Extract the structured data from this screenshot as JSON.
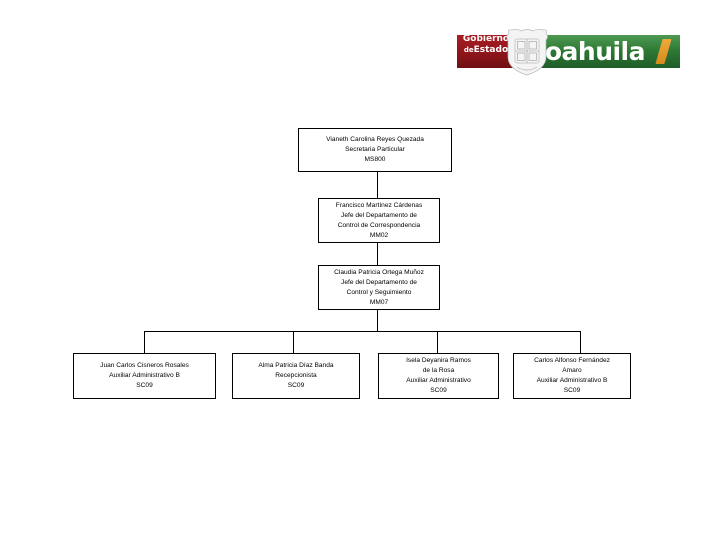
{
  "logo": {
    "name": "coahuila-government-logo",
    "red_line1": "Gobierno",
    "red_line2_prefix": "de",
    "red_line2": "Estado",
    "green_text": "Coahuila",
    "colors": {
      "red": "#8c1519",
      "green": "#2f7a36",
      "accent_orange": "#e09327",
      "text": "#ffffff"
    }
  },
  "chart_data": {
    "type": "diagram",
    "title": "",
    "orientation": "top-down",
    "nodes": [
      {
        "id": "n1",
        "name": "Vianeth Carolina Reyes Quezada",
        "position": "Secretaria Particular",
        "code": "MS800"
      },
      {
        "id": "n2",
        "name": "Francisco Martínez Cárdenas",
        "position_line1": "Jefe del Departamento de",
        "position_line2": "Control de Correspondencia",
        "code": "MM02"
      },
      {
        "id": "n3",
        "name": "Claudia Patricia Ortega Muñoz",
        "position_line1": "Jefe del Departamento de",
        "position_line2": "Control y Seguimiento",
        "code": "MM07"
      },
      {
        "id": "n4",
        "name": "Juan Carlos Cisneros Rosales",
        "position": "Auxiliar Administrativo B",
        "code": "SC09"
      },
      {
        "id": "n5",
        "name": "Alma Patricia Díaz Banda",
        "position": "Recepcionista",
        "code": "SC09"
      },
      {
        "id": "n6",
        "name_line1": "Isela Deyanira Ramos",
        "name_line2": "de la Rosa",
        "position": "Auxiliar Administrativo",
        "code": "SC09"
      },
      {
        "id": "n7",
        "name_line1": "Carlos Alfonso Fernández",
        "name_line2": "Amaro",
        "position": "Auxiliar Administrativo B",
        "code": "SC09"
      }
    ],
    "edges": [
      {
        "from": "n1",
        "to": "n2"
      },
      {
        "from": "n2",
        "to": "n3"
      },
      {
        "from": "n3",
        "to": "n4"
      },
      {
        "from": "n3",
        "to": "n5"
      },
      {
        "from": "n3",
        "to": "n6"
      },
      {
        "from": "n3",
        "to": "n7"
      }
    ]
  }
}
